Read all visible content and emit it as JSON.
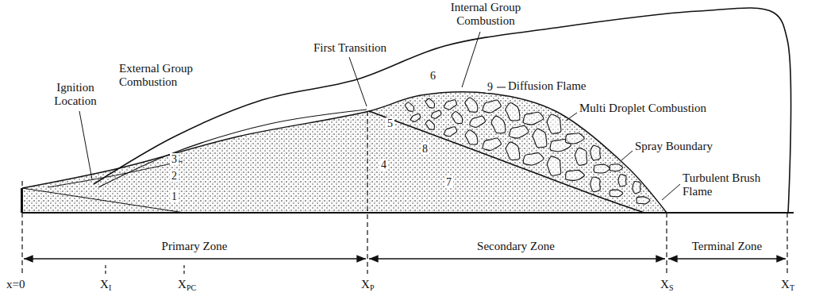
{
  "diagram": {
    "labels": [
      "Internal Group Combustion",
      "External Group Combustion",
      "Ignition Location",
      "First Transition",
      "6",
      "9",
      "Diffusion Flame",
      "Multi Droplet Combustion",
      "Spray Boundary",
      "Turbulent Brush Flame",
      "3",
      "2",
      "1",
      "5",
      "4",
      "8",
      "7",
      "Primary Zone",
      "Secondary Zone",
      "Terminal Zone",
      "x=0",
      "X",
      "I",
      "X",
      "PC",
      "X",
      "P",
      "X",
      "S",
      "X",
      "T"
    ]
  }
}
